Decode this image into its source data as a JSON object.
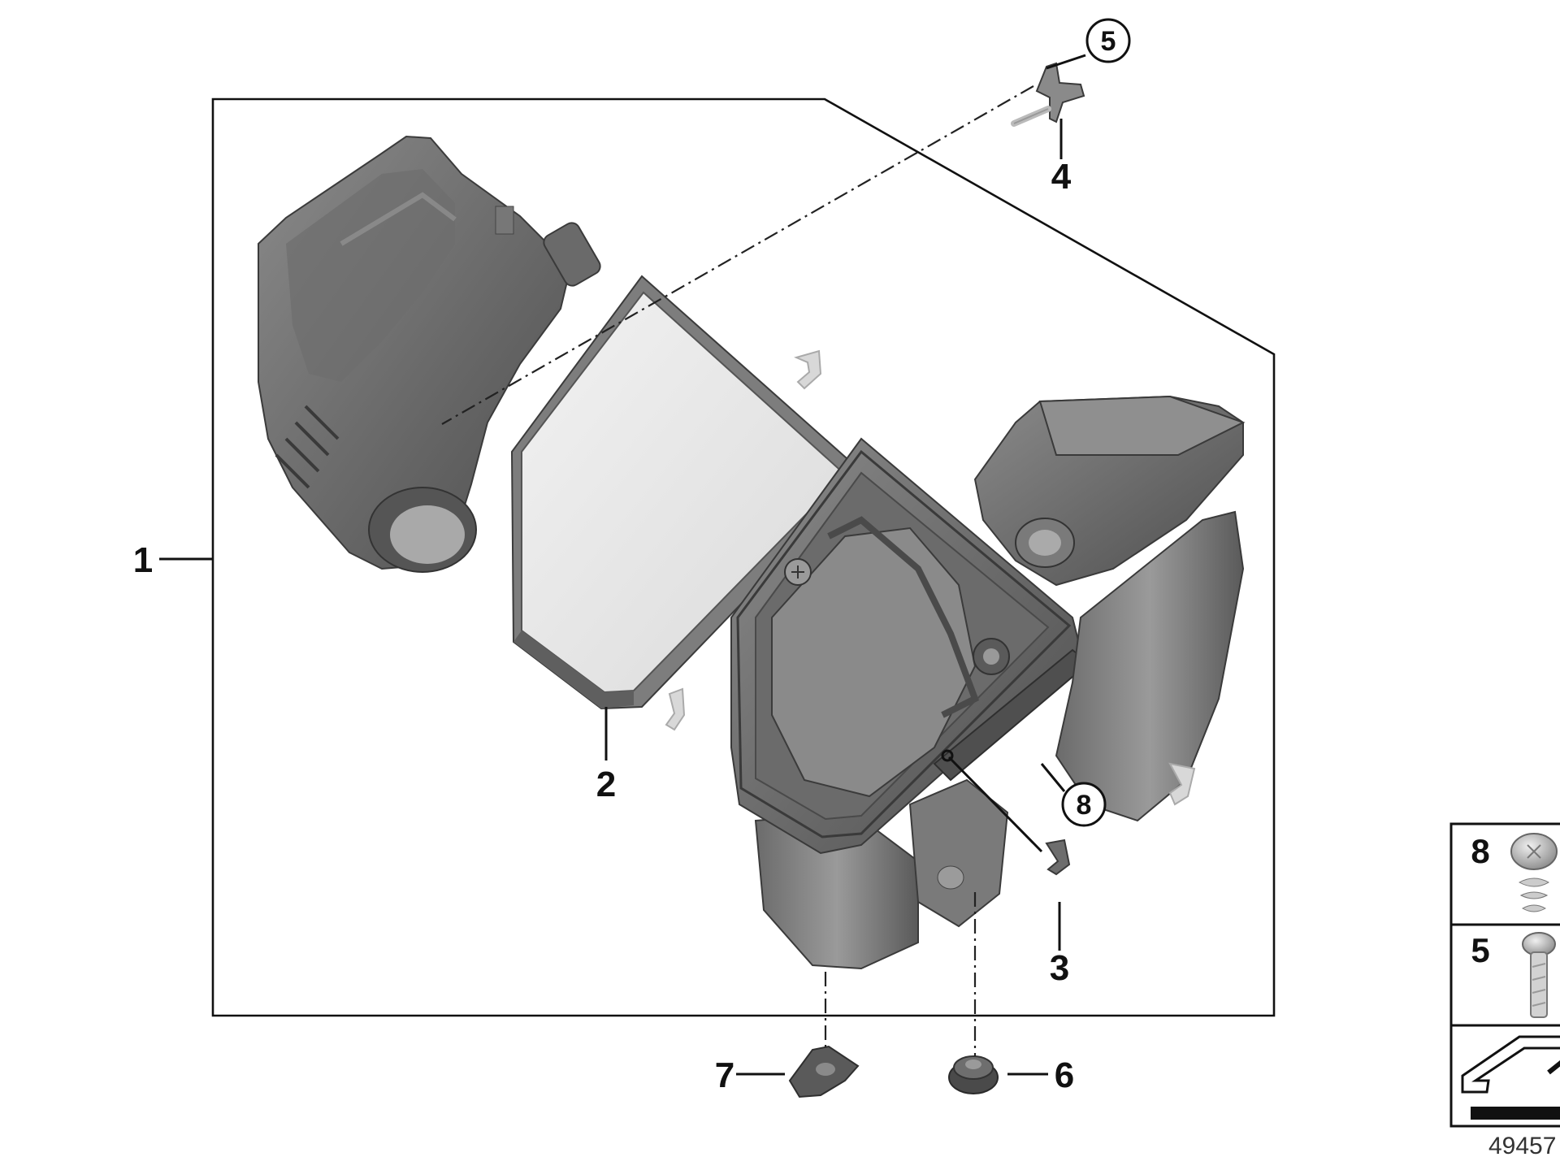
{
  "diagram": {
    "callouts": [
      {
        "id": "1",
        "label": "1"
      },
      {
        "id": "2",
        "label": "2"
      },
      {
        "id": "3",
        "label": "3"
      },
      {
        "id": "4",
        "label": "4"
      },
      {
        "id": "5",
        "label": "5"
      },
      {
        "id": "6",
        "label": "6"
      },
      {
        "id": "7",
        "label": "7"
      },
      {
        "id": "8",
        "label": "8"
      }
    ],
    "legend": [
      {
        "label": "8",
        "part": "screw-with-spring-washer"
      },
      {
        "label": "5",
        "part": "screw"
      }
    ],
    "doc_id": "49457"
  },
  "colors": {
    "part_dark": "#5f5f5f",
    "part_mid": "#7c7c7c",
    "part_light": "#a3a3a3",
    "filter_face": "#ececec",
    "line": "#111111"
  }
}
